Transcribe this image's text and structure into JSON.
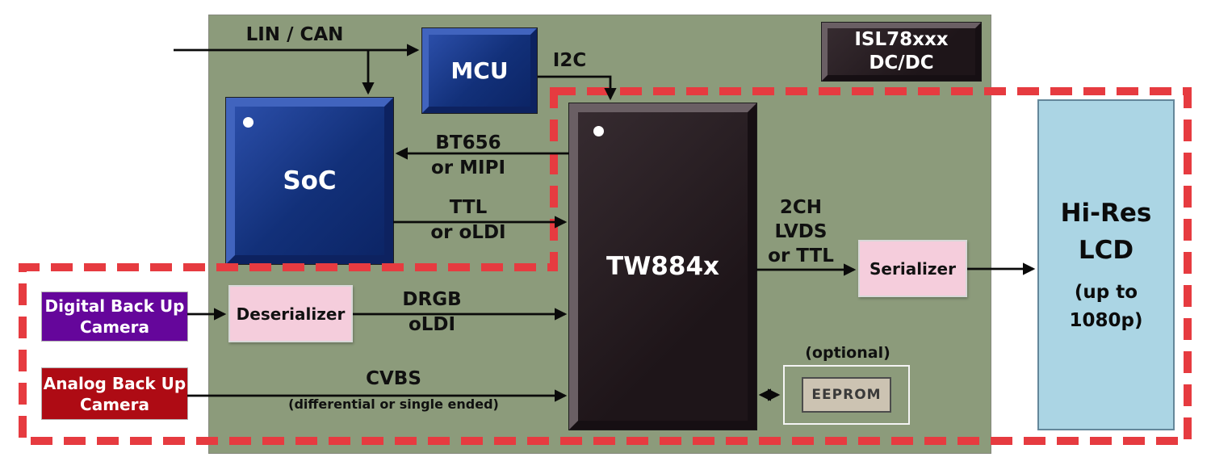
{
  "board": {
    "labels": {
      "lin_can": "LIN / CAN",
      "i2c": "I2C",
      "bt656_line1": "BT656",
      "bt656_line2": "or MIPI",
      "ttl_line1": "TTL",
      "ttl_line2": "or oLDI",
      "drgb_line1": "DRGB",
      "drgb_line2": "oLDI",
      "cvbs": "CVBS",
      "cvbs_note": "(differential or single ended)",
      "lvds_line1": "2CH",
      "lvds_line2": "LVDS",
      "lvds_line3": "or TTL",
      "optional_note": "(optional)"
    }
  },
  "blocks": {
    "mcu": {
      "label": "MCU"
    },
    "soc": {
      "label": "SoC"
    },
    "dcdc": {
      "line1": "ISL78xxx",
      "line2": "DC/DC"
    },
    "tw884x": {
      "label": "TW884x"
    },
    "serializer": {
      "label": "Serializer"
    },
    "deserializer": {
      "label": "Deserializer"
    },
    "digital_camera": {
      "line1": "Digital Back Up",
      "line2": "Camera"
    },
    "analog_camera": {
      "line1": "Analog Back Up",
      "line2": "Camera"
    },
    "eeprom": {
      "label": "EEPROM"
    },
    "lcd": {
      "line1": "Hi-Res",
      "line2": "LCD",
      "line3": "(up to",
      "line4": "1080p)"
    }
  },
  "colors": {
    "board_green": "#8C9B7B",
    "chip_blue": "#123079",
    "chip_dark": "#1E1519",
    "pink": "#F5CDDC",
    "camera_purple": "#65069B",
    "camera_red": "#AE0B14",
    "lcd_blue": "#ABD5E4",
    "eeprom_tan": "#CCC3B2",
    "highlight_dashed_red": "#E63B40",
    "wire_black": "#0A0A0A"
  }
}
